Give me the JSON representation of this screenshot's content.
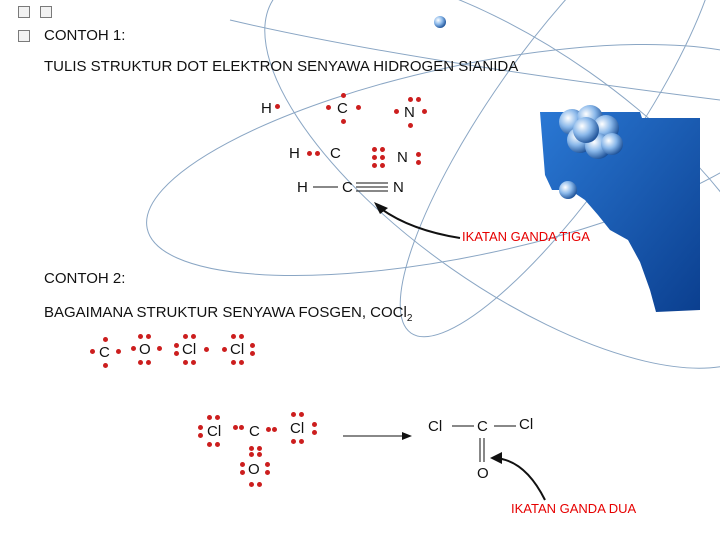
{
  "example1": {
    "heading": "CONTOH 1:",
    "task": "TULIS STRUKTUR DOT ELEKTRON SENYAWA HIDROGEN SIANIDA",
    "row1": {
      "h": "H",
      "c": "C",
      "n": "N"
    },
    "row2": {
      "h": "H",
      "c": "C",
      "n": "N"
    },
    "row3": {
      "h": "H",
      "c": "C",
      "n": "N"
    },
    "annotation": "IKATAN GANDA TIGA"
  },
  "example2": {
    "heading": "CONTOH 2:",
    "question": "BAGAIMANA STRUKTUR SENYAWA FOSGEN, COCl",
    "question_sub": "2",
    "atoms": {
      "c": "C",
      "o": "O",
      "cl1": "Cl",
      "cl2": "Cl"
    },
    "lewis": {
      "cl_left": "Cl",
      "c": "C",
      "cl_right": "Cl",
      "o": "O"
    },
    "structural": {
      "cl_left": "Cl",
      "c": "C",
      "cl_right": "Cl",
      "o": "O"
    },
    "annotation": "IKATAN GANDA DUA"
  },
  "colors": {
    "electron_dot": "#cc1e1e",
    "annotation": "#e60000",
    "decoration_blue": "#1f66c8"
  }
}
